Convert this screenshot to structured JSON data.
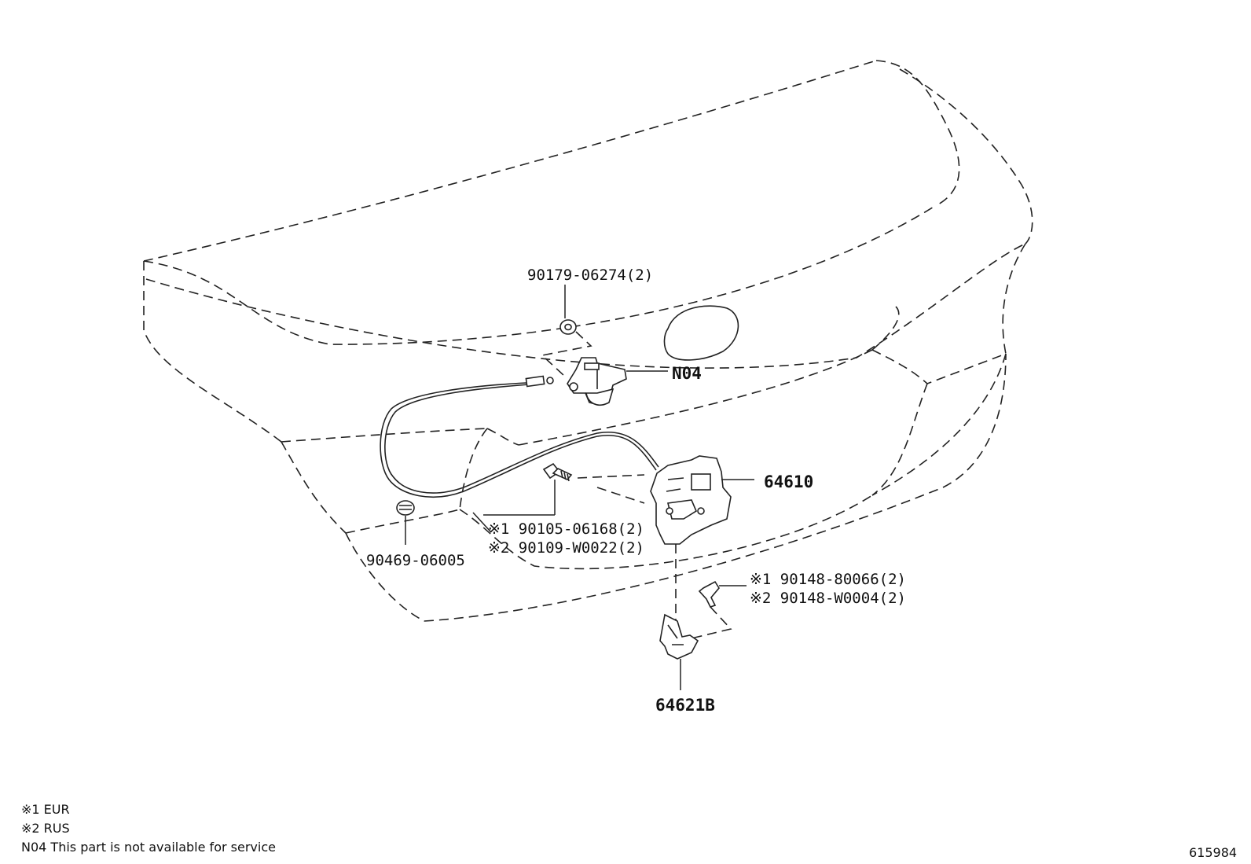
{
  "parts": {
    "p_90179": "90179-06274(2)",
    "p_N04": "N04",
    "p_64610": "64610",
    "p_90105": "※1 90105-06168(2)",
    "p_90109": "※2 90109-W0022(2)",
    "p_90469": "90469-06005",
    "p_90148a": "※1 90148-80066(2)",
    "p_90148b": "※2 90148-W0004(2)",
    "p_64621B": "64621B"
  },
  "notes": {
    "eur": "※1 EUR",
    "rus": "※2 RUS",
    "n04": "N04 This part is not available for service"
  },
  "diagram_id": "615984"
}
